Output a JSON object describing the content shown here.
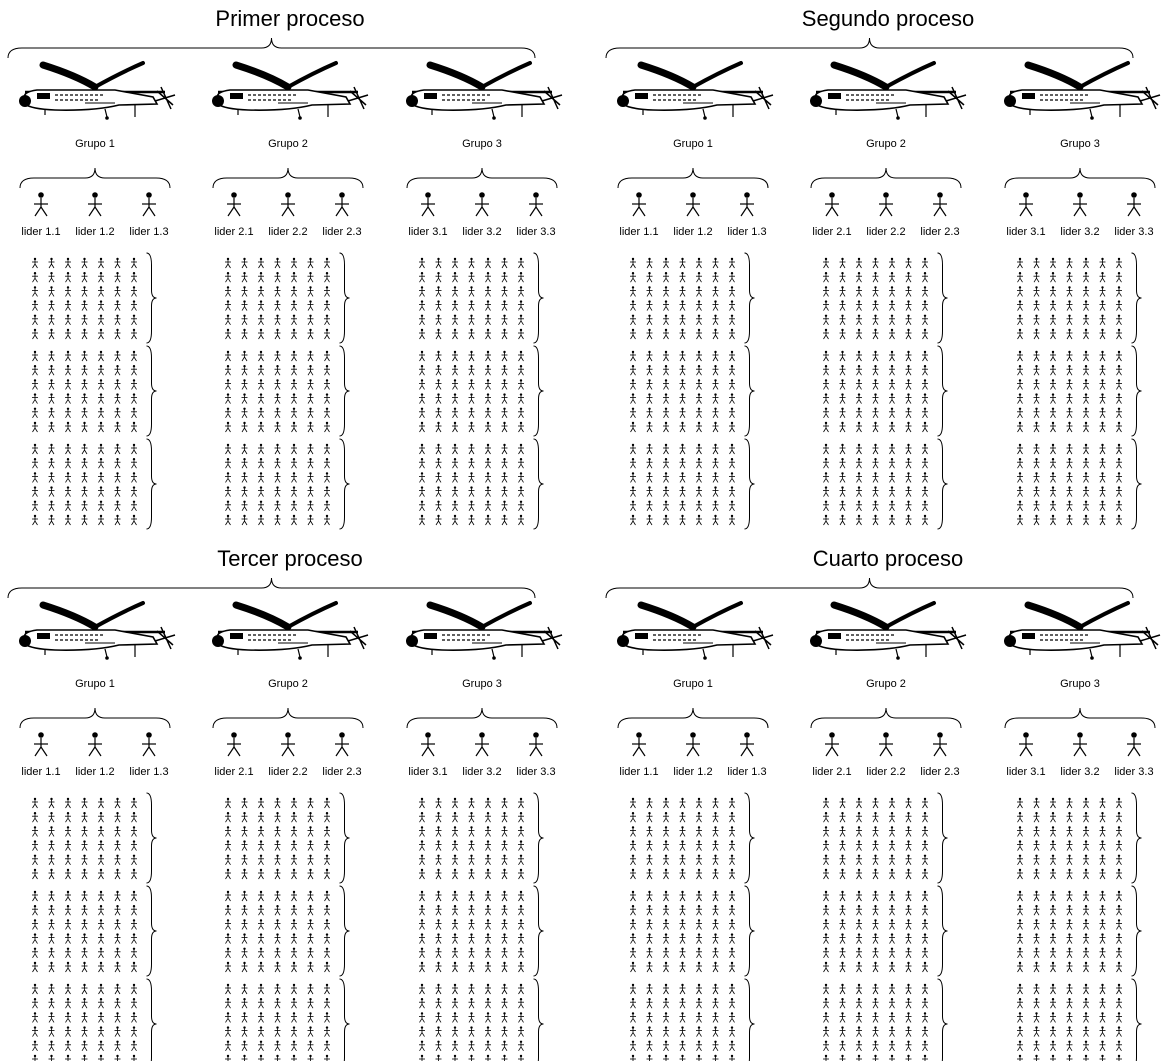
{
  "panels": [
    {
      "title": "Primer proceso",
      "groups": [
        {
          "label": "Grupo 1",
          "leaders": [
            "lider 1.1",
            "lider 1.2",
            "lider 1.3"
          ]
        },
        {
          "label": "Grupo 2",
          "leaders": [
            "lider 2.1",
            "lider 2.2",
            "lider 2.3"
          ]
        },
        {
          "label": "Grupo 3",
          "leaders": [
            "lider 3.1",
            "lider 3.2",
            "lider 3.3"
          ]
        }
      ]
    },
    {
      "title": "Segundo proceso",
      "groups": [
        {
          "label": "Grupo 1",
          "leaders": [
            "lider 1.1",
            "lider 1.2",
            "lider 1.3"
          ]
        },
        {
          "label": "Grupo 2",
          "leaders": [
            "lider 2.1",
            "lider 2.2",
            "lider 2.3"
          ]
        },
        {
          "label": "Grupo 3",
          "leaders": [
            "lider 3.1",
            "lider 3.2",
            "lider 3.3"
          ]
        }
      ]
    },
    {
      "title": "Tercer proceso",
      "groups": [
        {
          "label": "Grupo 1",
          "leaders": [
            "lider 1.1",
            "lider 1.2",
            "lider 1.3"
          ]
        },
        {
          "label": "Grupo 2",
          "leaders": [
            "lider 2.1",
            "lider 2.2",
            "lider 2.3"
          ]
        },
        {
          "label": "Grupo 3",
          "leaders": [
            "lider 3.1",
            "lider 3.2",
            "lider 3.3"
          ]
        }
      ]
    },
    {
      "title": "Cuarto proceso",
      "groups": [
        {
          "label": "Grupo 1",
          "leaders": [
            "lider 1.1",
            "lider 1.2",
            "lider 1.3"
          ]
        },
        {
          "label": "Grupo 2",
          "leaders": [
            "lider 2.1",
            "lider 2.2",
            "lider 2.3"
          ]
        },
        {
          "label": "Grupo 3",
          "leaders": [
            "lider 3.1",
            "lider 3.2",
            "lider 3.3"
          ]
        }
      ]
    }
  ],
  "icons": {
    "aircraft": "helicopter-icon",
    "leader": "stick-figure-icon",
    "member": "stick-figure-icon"
  },
  "crowd": {
    "blocks_per_group": 3,
    "rows_per_block": 6,
    "cols_per_block": 7
  }
}
